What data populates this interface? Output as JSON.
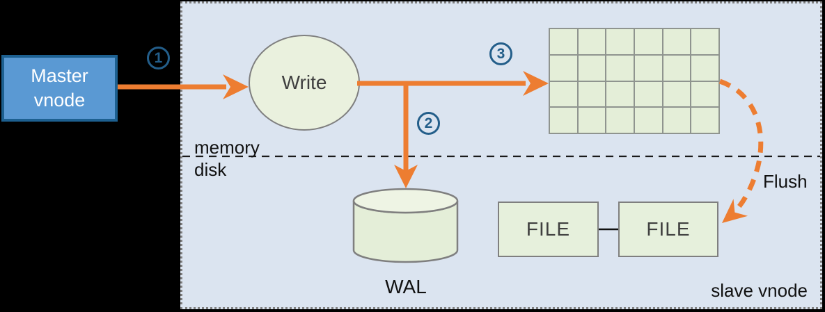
{
  "diagram": {
    "master_vnode_label": "Master\nvnode",
    "write_label": "Write",
    "step_badges": [
      "1",
      "2",
      "3"
    ],
    "memory_label": "memory",
    "disk_label": "disk",
    "wal_label": "WAL",
    "file_boxes": [
      "FILE",
      "FILE"
    ],
    "flush_label": "Flush",
    "slave_vnode_label": "slave vnode",
    "memtable_grid": {
      "rows": 4,
      "cols": 6
    },
    "colors": {
      "background": "#000000",
      "panel_fill": "#dbe4f0",
      "panel_border": "#7f7f7f",
      "master_fill": "#5a99d3",
      "master_border": "#1d6090",
      "shape_green_fill": "#e7f0dc",
      "shape_border_gray": "#7f7f7f",
      "arrow_orange": "#ed7d31",
      "step_badge_blue": "#235e8a",
      "divider_black": "#1a1a1a"
    }
  }
}
